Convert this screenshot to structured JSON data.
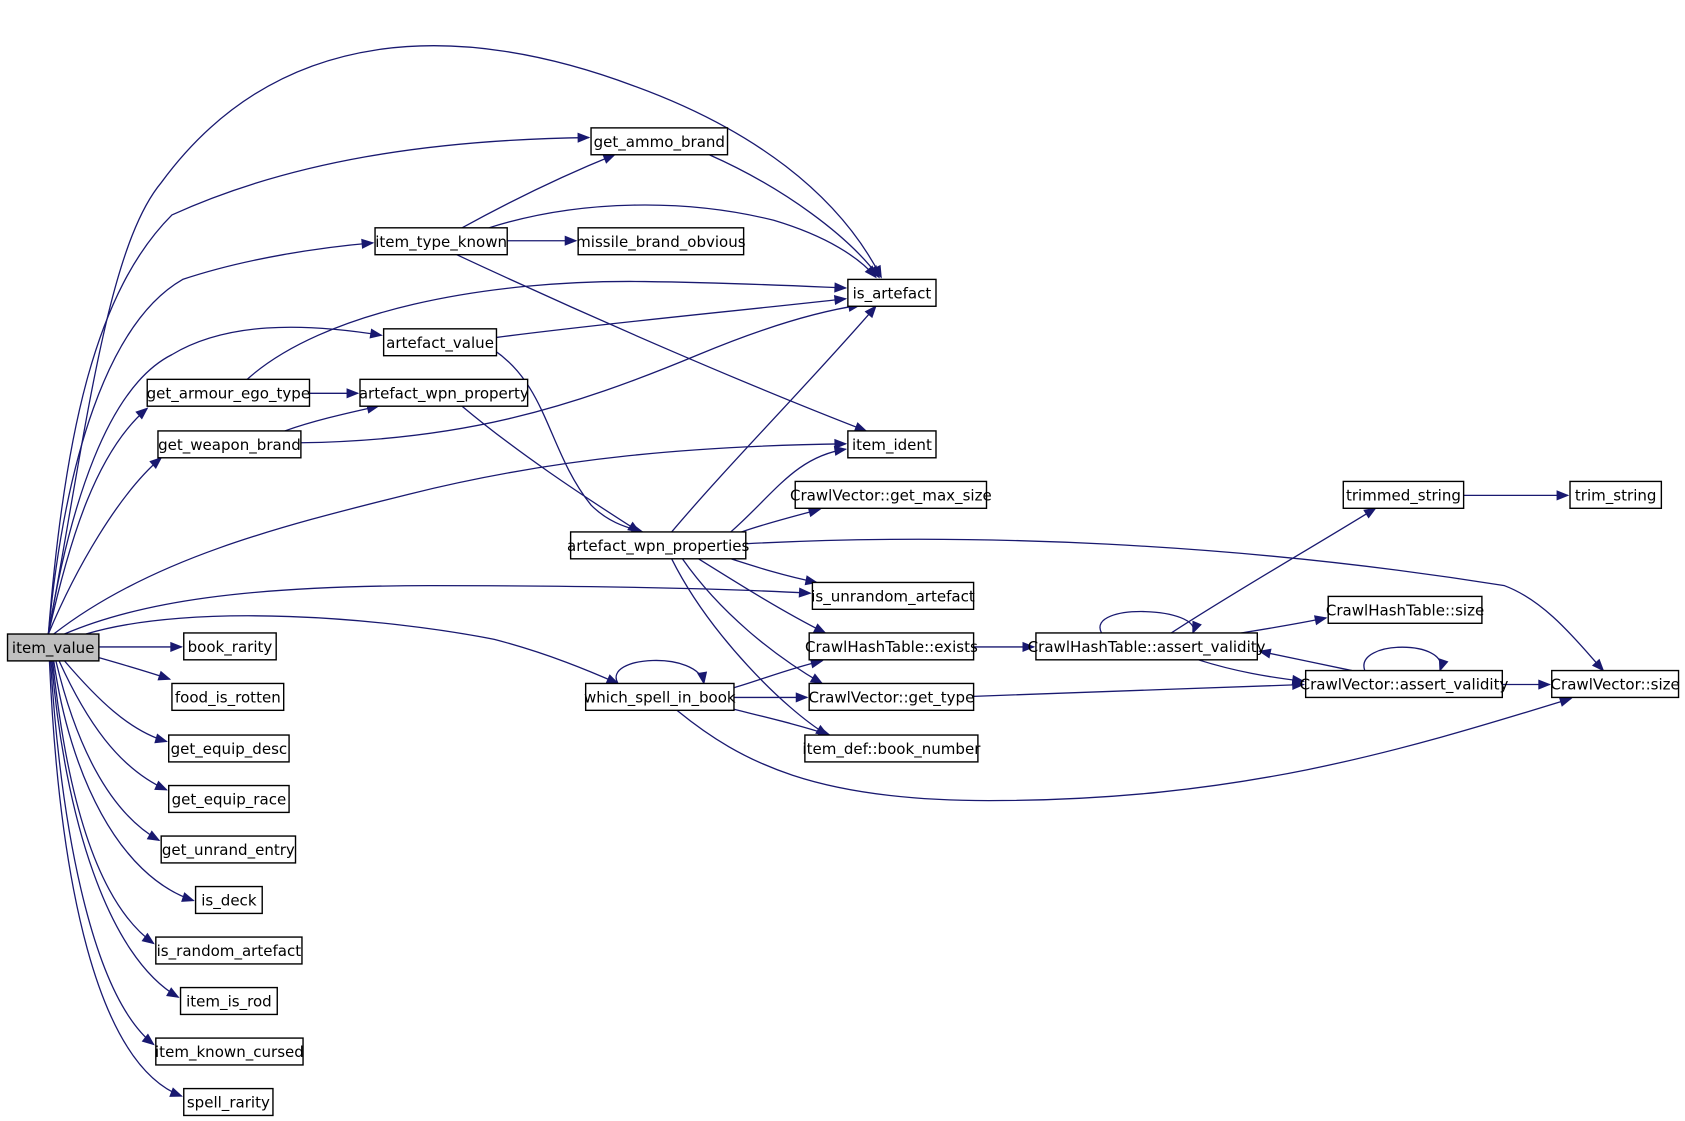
{
  "nodes": [
    {
      "id": "item_value",
      "label": "item_value",
      "root": true
    },
    {
      "id": "get_ammo_brand",
      "label": "get_ammo_brand"
    },
    {
      "id": "item_type_known",
      "label": "item_type_known"
    },
    {
      "id": "missile_brand_obvious",
      "label": "missile_brand_obvious"
    },
    {
      "id": "is_artefact",
      "label": "is_artefact"
    },
    {
      "id": "artefact_value",
      "label": "artefact_value"
    },
    {
      "id": "get_armour_ego_type",
      "label": "get_armour_ego_type"
    },
    {
      "id": "artefact_wpn_property",
      "label": "artefact_wpn_property"
    },
    {
      "id": "get_weapon_brand",
      "label": "get_weapon_brand"
    },
    {
      "id": "item_ident",
      "label": "item_ident"
    },
    {
      "id": "cv_get_max_size",
      "label": "CrawlVector::get_max_size"
    },
    {
      "id": "artefact_wpn_properties",
      "label": "artefact_wpn_properties"
    },
    {
      "id": "trimmed_string",
      "label": "trimmed_string"
    },
    {
      "id": "trim_string",
      "label": "trim_string"
    },
    {
      "id": "is_unrandom_artefact",
      "label": "is_unrandom_artefact"
    },
    {
      "id": "cht_size",
      "label": "CrawlHashTable::size"
    },
    {
      "id": "book_rarity",
      "label": "book_rarity"
    },
    {
      "id": "cht_exists",
      "label": "CrawlHashTable::exists"
    },
    {
      "id": "cht_assert_validity",
      "label": "CrawlHashTable::assert_validity"
    },
    {
      "id": "cv_assert_validity",
      "label": "CrawlVector::assert_validity"
    },
    {
      "id": "cv_size",
      "label": "CrawlVector::size"
    },
    {
      "id": "food_is_rotten",
      "label": "food_is_rotten"
    },
    {
      "id": "which_spell_in_book",
      "label": "which_spell_in_book"
    },
    {
      "id": "cv_get_type",
      "label": "CrawlVector::get_type"
    },
    {
      "id": "item_def_book_number",
      "label": "item_def::book_number"
    },
    {
      "id": "get_equip_desc",
      "label": "get_equip_desc"
    },
    {
      "id": "get_equip_race",
      "label": "get_equip_race"
    },
    {
      "id": "get_unrand_entry",
      "label": "get_unrand_entry"
    },
    {
      "id": "is_deck",
      "label": "is_deck"
    },
    {
      "id": "is_random_artefact",
      "label": "is_random_artefact"
    },
    {
      "id": "item_is_rod",
      "label": "item_is_rod"
    },
    {
      "id": "item_known_cursed",
      "label": "item_known_cursed"
    },
    {
      "id": "spell_rarity",
      "label": "spell_rarity"
    }
  ],
  "edges": [
    {
      "from": "item_value",
      "to": "is_artefact"
    },
    {
      "from": "item_value",
      "to": "get_ammo_brand"
    },
    {
      "from": "item_value",
      "to": "item_type_known"
    },
    {
      "from": "item_value",
      "to": "artefact_value"
    },
    {
      "from": "item_value",
      "to": "get_armour_ego_type"
    },
    {
      "from": "item_value",
      "to": "get_weapon_brand"
    },
    {
      "from": "item_value",
      "to": "item_ident"
    },
    {
      "from": "item_value",
      "to": "is_unrandom_artefact"
    },
    {
      "from": "item_value",
      "to": "which_spell_in_book"
    },
    {
      "from": "item_value",
      "to": "book_rarity"
    },
    {
      "from": "item_value",
      "to": "food_is_rotten"
    },
    {
      "from": "item_value",
      "to": "get_equip_desc"
    },
    {
      "from": "item_value",
      "to": "get_equip_race"
    },
    {
      "from": "item_value",
      "to": "get_unrand_entry"
    },
    {
      "from": "item_value",
      "to": "is_deck"
    },
    {
      "from": "item_value",
      "to": "is_random_artefact"
    },
    {
      "from": "item_value",
      "to": "item_is_rod"
    },
    {
      "from": "item_value",
      "to": "item_known_cursed"
    },
    {
      "from": "item_value",
      "to": "spell_rarity"
    },
    {
      "from": "get_ammo_brand",
      "to": "is_artefact"
    },
    {
      "from": "item_type_known",
      "to": "get_ammo_brand"
    },
    {
      "from": "item_type_known",
      "to": "missile_brand_obvious"
    },
    {
      "from": "item_type_known",
      "to": "is_artefact"
    },
    {
      "from": "item_type_known",
      "to": "item_ident"
    },
    {
      "from": "artefact_value",
      "to": "is_artefact"
    },
    {
      "from": "artefact_value",
      "to": "artefact_wpn_properties"
    },
    {
      "from": "get_armour_ego_type",
      "to": "artefact_wpn_property"
    },
    {
      "from": "get_armour_ego_type",
      "to": "is_artefact"
    },
    {
      "from": "get_weapon_brand",
      "to": "artefact_wpn_property"
    },
    {
      "from": "get_weapon_brand",
      "to": "is_artefact"
    },
    {
      "from": "artefact_wpn_property",
      "to": "artefact_wpn_properties"
    },
    {
      "from": "artefact_wpn_properties",
      "to": "is_artefact"
    },
    {
      "from": "artefact_wpn_properties",
      "to": "item_ident"
    },
    {
      "from": "artefact_wpn_properties",
      "to": "cv_get_max_size"
    },
    {
      "from": "artefact_wpn_properties",
      "to": "is_unrandom_artefact"
    },
    {
      "from": "artefact_wpn_properties",
      "to": "cht_exists"
    },
    {
      "from": "artefact_wpn_properties",
      "to": "cv_get_type"
    },
    {
      "from": "artefact_wpn_properties",
      "to": "item_def_book_number"
    },
    {
      "from": "artefact_wpn_properties",
      "to": "cv_size"
    },
    {
      "from": "which_spell_in_book",
      "to": "which_spell_in_book"
    },
    {
      "from": "which_spell_in_book",
      "to": "cht_exists"
    },
    {
      "from": "which_spell_in_book",
      "to": "cv_get_type"
    },
    {
      "from": "which_spell_in_book",
      "to": "item_def_book_number"
    },
    {
      "from": "which_spell_in_book",
      "to": "cv_size"
    },
    {
      "from": "cht_exists",
      "to": "cht_assert_validity"
    },
    {
      "from": "cht_assert_validity",
      "to": "cht_assert_validity"
    },
    {
      "from": "cht_assert_validity",
      "to": "trimmed_string"
    },
    {
      "from": "cht_assert_validity",
      "to": "cht_size"
    },
    {
      "from": "cht_assert_validity",
      "to": "cv_assert_validity"
    },
    {
      "from": "cv_assert_validity",
      "to": "cv_assert_validity"
    },
    {
      "from": "cv_assert_validity",
      "to": "cht_assert_validity"
    },
    {
      "from": "cv_assert_validity",
      "to": "cv_size"
    },
    {
      "from": "cv_get_type",
      "to": "cv_assert_validity"
    },
    {
      "from": "trimmed_string",
      "to": "trim_string"
    }
  ]
}
